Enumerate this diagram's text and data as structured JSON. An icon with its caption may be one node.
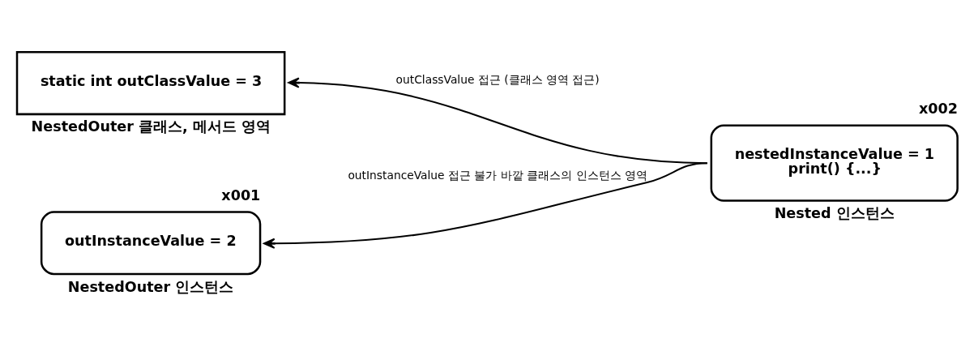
{
  "diagram": {
    "nodes": [
      {
        "text": [
          "static int outClassValue = 3"
        ],
        "beside": [
          "NestedOuter 클래스, 메서드 영역"
        ]
      },
      {
        "text": [
          "x001",
          "outInstanceValue = 2"
        ],
        "beside": [
          "NestedOuter 인스턴스"
        ]
      },
      {
        "text": [
          "x002",
          "nestedInstanceValue = 1",
          "print() {...}"
        ],
        "beside": [
          "Nested 인스턴스"
        ]
      }
    ],
    "edges": [
      {
        "from": 2,
        "to": 0,
        "arrow": "to",
        "label": "outClassValue 접근 (클래스 영역 접근)"
      },
      {
        "from": 2,
        "to": 1,
        "arrow": "to",
        "label": "outInstanceValue 접근 불가 바깥 클래스의 인스턴스 영역"
      }
    ]
  }
}
